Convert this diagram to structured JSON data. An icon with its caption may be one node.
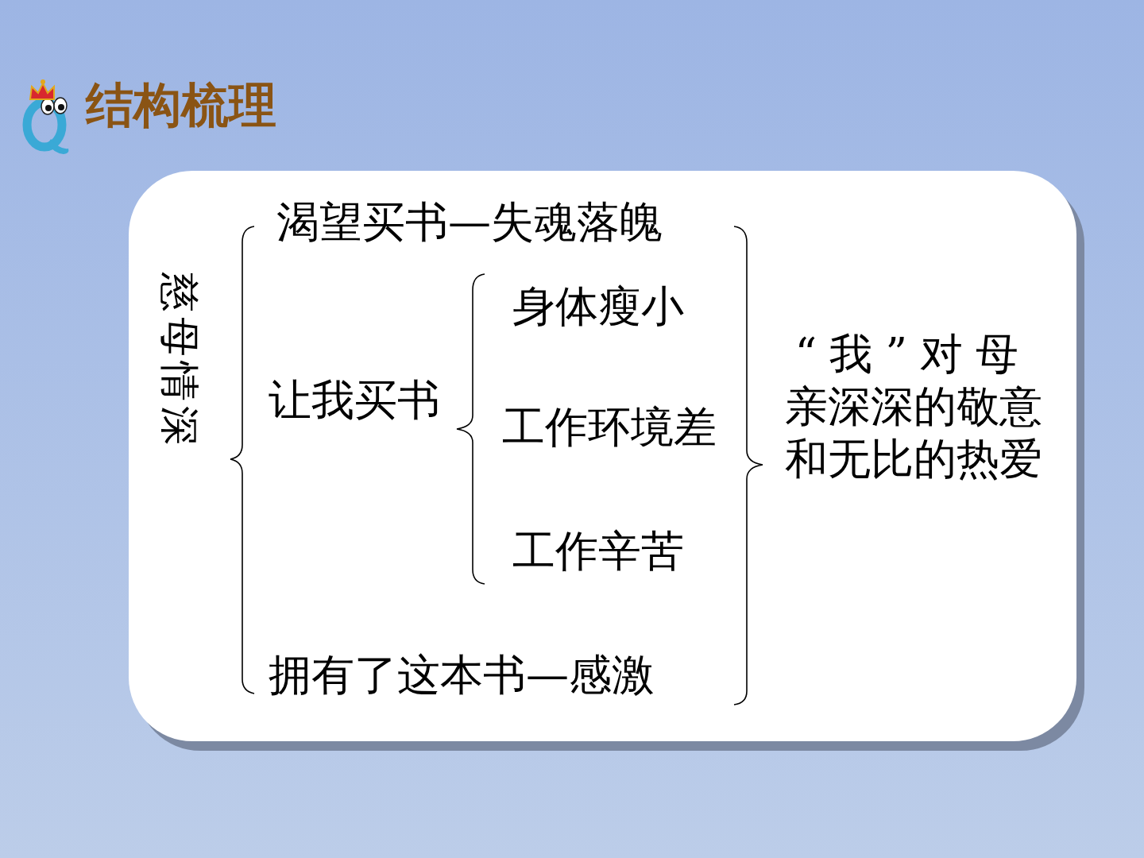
{
  "diagram": {
    "title": "结构梳理",
    "labels": [
      "慈母情深",
      "渴望买书—失魂落魄",
      "让我买书",
      "身体瘦小",
      "工作环境差",
      "工作辛苦",
      "拥有了这本书—感激",
      "“我”对母亲深深的敬意和无比的热爱"
    ]
  }
}
